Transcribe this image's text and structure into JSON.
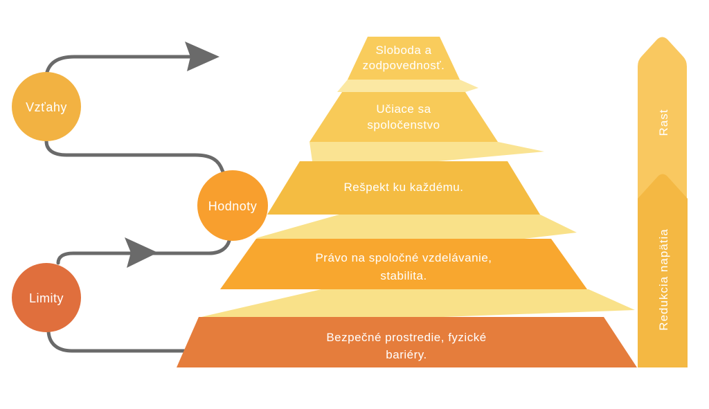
{
  "diagram": {
    "circles": [
      {
        "id": "vztahy",
        "label": "Vzťahy",
        "color": "#F2B242"
      },
      {
        "id": "hodnoty",
        "label": "Hodnoty",
        "color": "#F89F2E"
      },
      {
        "id": "limity",
        "label": "Limity",
        "color": "#E06F3D"
      }
    ],
    "pyramid": {
      "levels": [
        {
          "label": "Sloboda a zodpovednosť.",
          "lines": [
            "Sloboda a",
            "zodpovednosť."
          ],
          "color": "#F9CC5C"
        },
        {
          "label": "Učiace sa spoločenstvo",
          "lines": [
            "Učiace sa",
            "spoločenstvo"
          ],
          "color": "#F8CA58"
        },
        {
          "label": "Rešpekt ku každému.",
          "lines": [
            "Rešpekt ku každému."
          ],
          "color": "#F4BC42"
        },
        {
          "label": "Právo na spoločné vzdelávanie, stabilita.",
          "lines": [
            "Právo na spoločné vzdelávanie,",
            "stabilita."
          ],
          "color": "#F8A72F"
        },
        {
          "label": "Bezpečné prostredie, fyzické bariéry.",
          "lines": [
            "Bezpečné prostredie, fyzické",
            "bariéry."
          ],
          "color": "#E57D3C"
        }
      ],
      "fold_colors": [
        "#FBE8A3",
        "#FAE392",
        "#F9E189",
        "#F9E189"
      ]
    },
    "axis": {
      "top_label": "Rast",
      "bottom_label": "Redukcia napätia",
      "top_color": "#F9C860",
      "bottom_color": "#F4B843"
    },
    "connector_color": "#6A6A6A"
  }
}
